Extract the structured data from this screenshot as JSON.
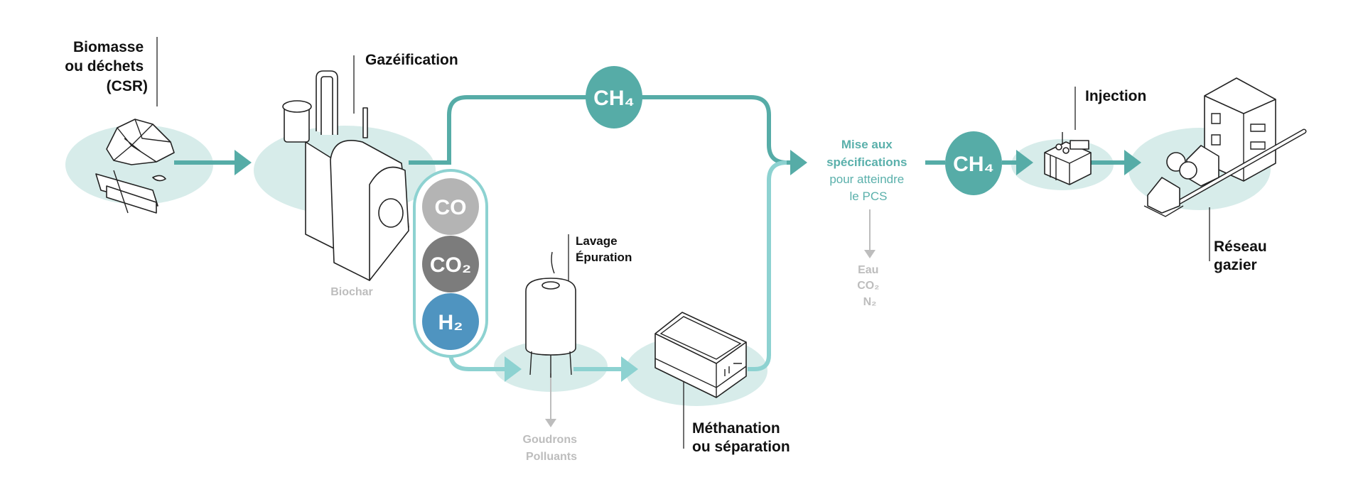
{
  "labels": {
    "biomass": [
      "Biomasse",
      "ou déchets",
      "(CSR)"
    ],
    "gasification": "Gazéification",
    "biochar": "Biochar",
    "washing": [
      "Lavage",
      "Épuration"
    ],
    "tars": [
      "Goudrons",
      "Polluants"
    ],
    "methanation": [
      "Méthanation",
      "ou séparation"
    ],
    "specs": [
      "Mise aux",
      "spécifications",
      "pour atteindre",
      "le PCS"
    ],
    "removed": [
      "Eau",
      "CO₂",
      "N₂"
    ],
    "injection": "Injection",
    "network": [
      "Réseau",
      "gazier"
    ]
  },
  "gases": {
    "ch4_top": "CH₄",
    "co": "CO",
    "co2": "CO₂",
    "h2": "H₂",
    "ch4_right": "CH₄"
  },
  "colors": {
    "teal_dark": "#56aca7",
    "teal_light": "#8dd2d1",
    "halo": "#d7ecea",
    "co": "#b4b4b4",
    "co2": "#7c7c7c",
    "h2": "#4f94c0",
    "byproduct_text": "#bdbdbd"
  },
  "icons": [
    "biomass-pile-icon",
    "gasifier-icon",
    "scrubber-tank-icon",
    "methanation-unit-icon",
    "injection-station-icon",
    "gas-network-city-icon"
  ]
}
